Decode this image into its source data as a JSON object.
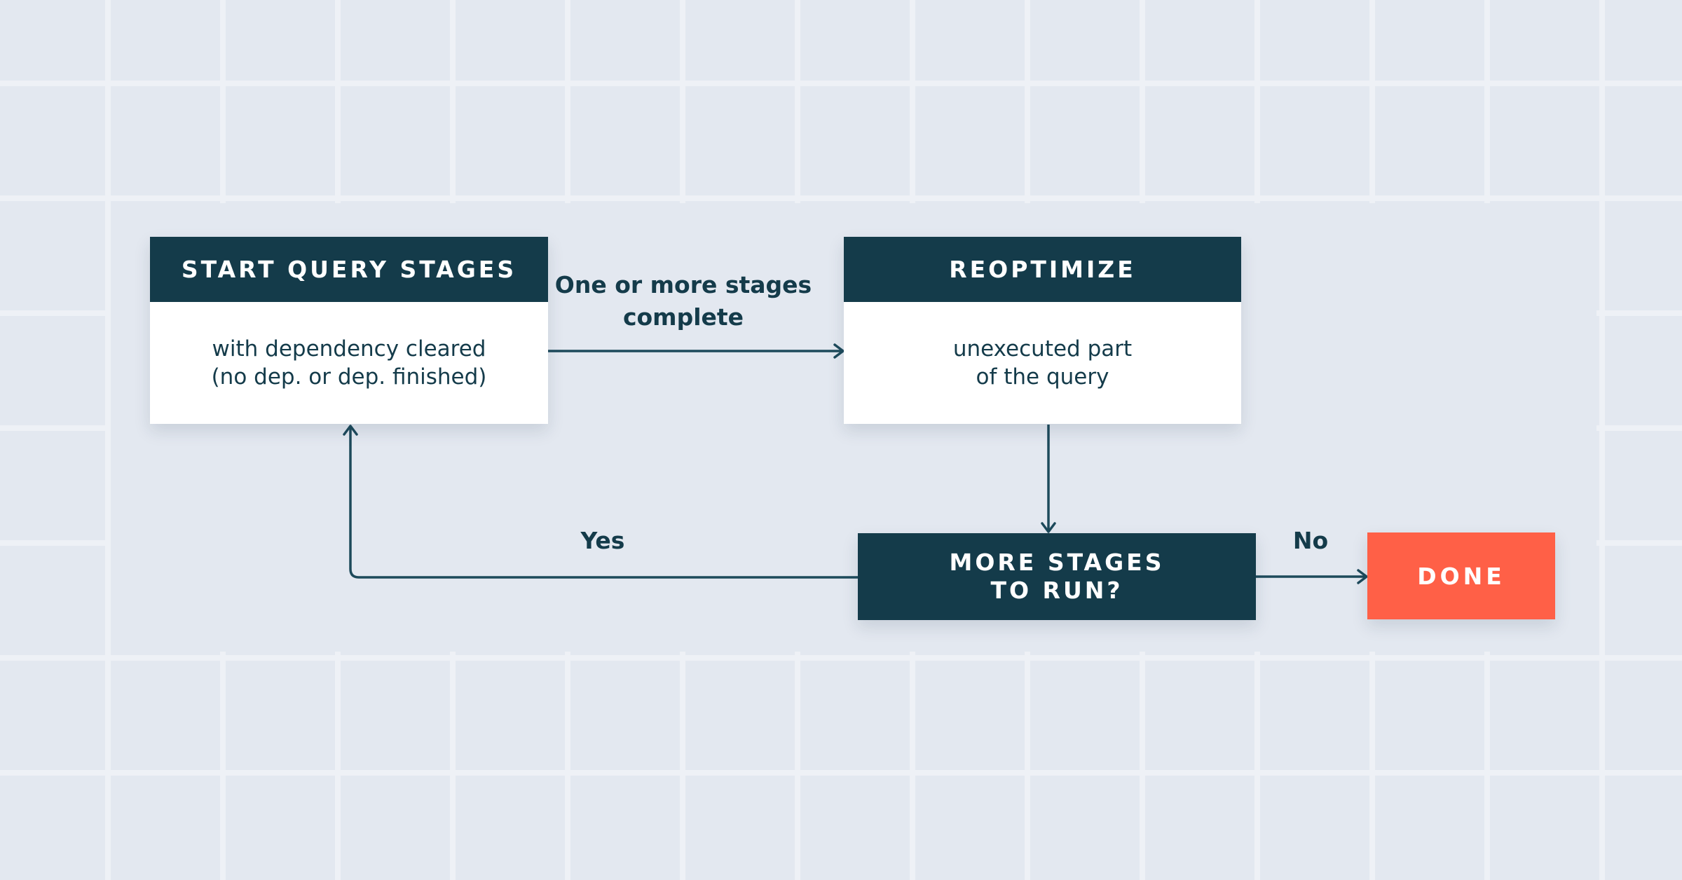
{
  "nodes": {
    "start": {
      "title": "START QUERY STAGES",
      "body": "with dependency cleared\n(no dep. or dep. finished)"
    },
    "reoptimize": {
      "title": "REOPTIMIZE",
      "body": "unexecuted part\nof the query"
    },
    "decision": {
      "title": "MORE STAGES\nTO RUN?"
    },
    "done": {
      "title": "DONE"
    }
  },
  "edges": {
    "start_to_reoptimize": "One or more stages\ncomplete",
    "decision_yes": "Yes",
    "decision_no": "No"
  },
  "colors": {
    "background": "#e3e8f0",
    "grid_lines": "#eef1f6",
    "node_dark": "#143b4a",
    "node_light": "#ffffff",
    "done_accent": "#ff6047",
    "connector": "#1d4a5b"
  }
}
